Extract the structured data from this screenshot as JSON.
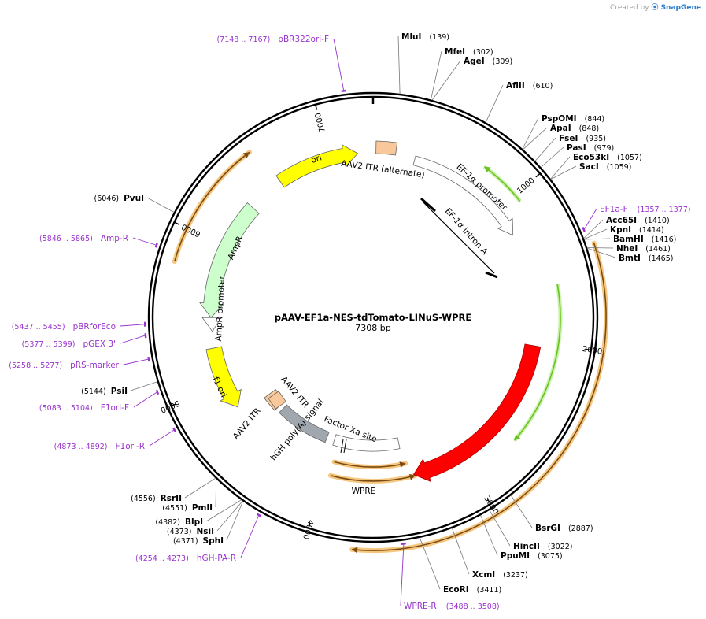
{
  "credit": {
    "prefix": "Created by",
    "brand": "SnapGene"
  },
  "plasmid": {
    "name": "pAAV-EF1a-NES-tdTomato-LINuS-WPRE",
    "size_label": "7308 bp",
    "length": 7308
  },
  "ticks": [
    "1000",
    "2000",
    "3000",
    "4000",
    "5000",
    "6000",
    "7000"
  ],
  "features": [
    {
      "id": "tdtomato",
      "label": "tdTomato",
      "track": "inner",
      "start": 2030,
      "end": 3360,
      "dir": 1,
      "color": "#ff0000"
    },
    {
      "id": "ef1a-promoter",
      "label": "EF-1α promoter",
      "track": "inner",
      "start": 300,
      "end": 1210,
      "dir": 1,
      "color": "#ffffff"
    },
    {
      "id": "ef1a-intron",
      "label": "EF-1α intron A",
      "track": "inner",
      "start": 560,
      "end": 1040,
      "dir": 0,
      "color": "#ffffff"
    },
    {
      "id": "aav2-itr-alt",
      "label": "AAV2 ITR (alternate)",
      "track": "inner",
      "start": 20,
      "end": 160,
      "dir": 0,
      "color": "#f8c89a"
    },
    {
      "id": "wpre",
      "label": "WPRE",
      "track": "inner",
      "start": 3420,
      "end": 4010,
      "dir": 0,
      "color": "#ffffff"
    },
    {
      "id": "hgh-polya",
      "label": "hGH poly(A) signal",
      "track": "inner",
      "start": 4080,
      "end": 4560,
      "dir": 0,
      "color": "#a0a7ae"
    },
    {
      "id": "aav2-itr-1",
      "label": "AAV2 ITR",
      "track": "inner",
      "start": 4600,
      "end": 4740,
      "dir": 0,
      "color": "#f8c89a"
    },
    {
      "id": "f1-ori",
      "label": "f1 ori",
      "track": "inner",
      "start": 4800,
      "end": 5260,
      "dir": -1,
      "color": "#ffff00"
    },
    {
      "id": "ampr-promoter",
      "label": "AmpR promoter",
      "track": "inner",
      "start": 5380,
      "end": 5480,
      "dir": -1,
      "color": "#ffffff"
    },
    {
      "id": "ampr",
      "label": "AmpR",
      "track": "inner",
      "start": 5480,
      "end": 6340,
      "dir": -1,
      "color": "#ccffcc"
    },
    {
      "id": "ori",
      "label": "ori",
      "track": "inner",
      "start": 6610,
      "end": 7200,
      "dir": 1,
      "color": "#ffff00"
    },
    {
      "id": "aav2-itr-2",
      "label": "AAV2 ITR",
      "track": "center",
      "start": 4650,
      "end": 4780,
      "dir": 0,
      "color": "#f8c89a"
    },
    {
      "id": "factor-xa",
      "label": "Factor Xa site",
      "track": "center",
      "start": 3820,
      "end": 3840,
      "dir": 0,
      "color": "#000000"
    }
  ],
  "orfs": [
    {
      "start": 1450,
      "end": 3760,
      "dir": 1,
      "ring": 296
    },
    {
      "start": 3960,
      "end": 3350,
      "dir": -1,
      "ring": 208
    },
    {
      "start": 3960,
      "end": 3400,
      "dir": -1,
      "ring": 190
    },
    {
      "start": 5800,
      "end": 6560,
      "dir": 1,
      "ring": 262
    }
  ],
  "green_arcs": [
    {
      "start": 1050,
      "end": 740,
      "dir": -1,
      "ring": 238
    },
    {
      "start": 1620,
      "end": 2660,
      "dir": 1,
      "ring": 238
    }
  ],
  "enzymes": [
    {
      "name": "MluI",
      "pos": "(139)"
    },
    {
      "name": "MfeI",
      "pos": "(302)"
    },
    {
      "name": "AgeI",
      "pos": "(309)"
    },
    {
      "name": "AflII",
      "pos": "(610)"
    },
    {
      "name": "PspOMI",
      "pos": "(844)"
    },
    {
      "name": "ApaI",
      "pos": "(848)"
    },
    {
      "name": "FseI",
      "pos": "(935)"
    },
    {
      "name": "PasI",
      "pos": "(979)"
    },
    {
      "name": "Eco53kI",
      "pos": "(1057)"
    },
    {
      "name": "SacI",
      "pos": "(1059)"
    },
    {
      "name": "Acc65I",
      "pos": "(1410)"
    },
    {
      "name": "KpnI",
      "pos": "(1414)"
    },
    {
      "name": "BamHI",
      "pos": "(1416)"
    },
    {
      "name": "NheI",
      "pos": "(1461)"
    },
    {
      "name": "BmtI",
      "pos": "(1465)"
    },
    {
      "name": "BsrGI",
      "pos": "(2887)"
    },
    {
      "name": "HincII",
      "pos": "(3022)"
    },
    {
      "name": "PpuMI",
      "pos": "(3075)"
    },
    {
      "name": "XcmI",
      "pos": "(3237)"
    },
    {
      "name": "EcoRI",
      "pos": "(3411)"
    },
    {
      "name": "SphI",
      "pos": "(4371)"
    },
    {
      "name": "NsiI",
      "pos": "(4373)"
    },
    {
      "name": "BlpI",
      "pos": "(4382)"
    },
    {
      "name": "PmlI",
      "pos": "(4551)"
    },
    {
      "name": "RsrII",
      "pos": "(4556)"
    },
    {
      "name": "PsiI",
      "pos": "(5144)"
    },
    {
      "name": "PvuI",
      "pos": "(6046)"
    }
  ],
  "primers": [
    {
      "name": "pBR322ori-F",
      "pos": "(7148 .. 7167)"
    },
    {
      "name": "EF1a-F",
      "pos": "(1357 .. 1377)"
    },
    {
      "name": "WPRE-R",
      "pos": "(3488 .. 3508)"
    },
    {
      "name": "hGH-PA-R",
      "pos": "(4254 .. 4273)"
    },
    {
      "name": "F1ori-R",
      "pos": "(4873 .. 4892)"
    },
    {
      "name": "F1ori-F",
      "pos": "(5083 .. 5104)"
    },
    {
      "name": "pRS-marker",
      "pos": "(5258 .. 5277)"
    },
    {
      "name": "pGEX 3'",
      "pos": "(5377 .. 5399)"
    },
    {
      "name": "pBRforEco",
      "pos": "(5437 .. 5455)"
    },
    {
      "name": "Amp-R",
      "pos": "(5846 .. 5865)"
    }
  ],
  "colors": {
    "enzyme": "#000000",
    "primer": "#9933cc",
    "backbone": "#000000",
    "orf": "#f5c77e",
    "orf_core": "#7a4a12",
    "green": "#69c320"
  }
}
